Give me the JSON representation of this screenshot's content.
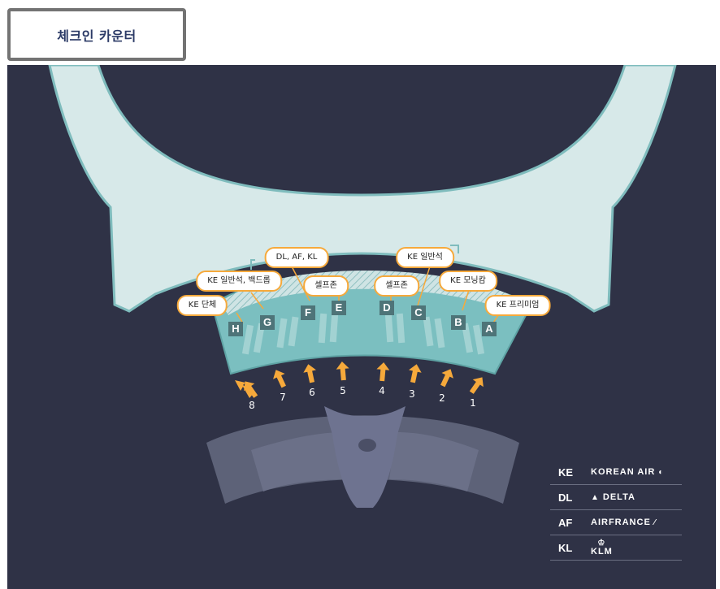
{
  "page_title": "체크인 카운터",
  "callouts": [
    {
      "id": "dl-af-kl",
      "text": "DL, AF, KL"
    },
    {
      "id": "ke-general-right",
      "text": "KE 일반석"
    },
    {
      "id": "ke-general-bagdrop",
      "text": "KE 일반석, 백드롭"
    },
    {
      "id": "self-zone-left",
      "text": "셀프존"
    },
    {
      "id": "self-zone-right",
      "text": "셀프존"
    },
    {
      "id": "ke-morning-calm",
      "text": "KE 모닝캄"
    },
    {
      "id": "ke-group",
      "text": "KE 단체"
    },
    {
      "id": "ke-premium",
      "text": "KE 프리미엄"
    }
  ],
  "counters": [
    "H",
    "G",
    "F",
    "E",
    "D",
    "C",
    "B",
    "A"
  ],
  "gates": [
    "8",
    "7",
    "6",
    "5",
    "4",
    "3",
    "2",
    "1"
  ],
  "legend": [
    {
      "code": "KE",
      "airline": "KOREAN AIR",
      "icon": "korean-air-taegeuk-icon"
    },
    {
      "code": "DL",
      "airline": "DELTA",
      "icon": "delta-triangle-icon"
    },
    {
      "code": "AF",
      "airline": "AIRFRANCE",
      "icon": "airfrance-stripe-icon"
    },
    {
      "code": "KL",
      "airline": "KLM",
      "icon": "klm-crown-icon"
    }
  ],
  "colors": {
    "background": "#2f3246",
    "terminal_fill": "#d7e9e9",
    "terminal_stroke": "#7fbcbd",
    "counter_area": "#7bbfc0",
    "counter_label": "#4e7478",
    "arrow": "#f6a93b",
    "callout_border": "#f6a93b",
    "building_below": "#5d6278"
  }
}
